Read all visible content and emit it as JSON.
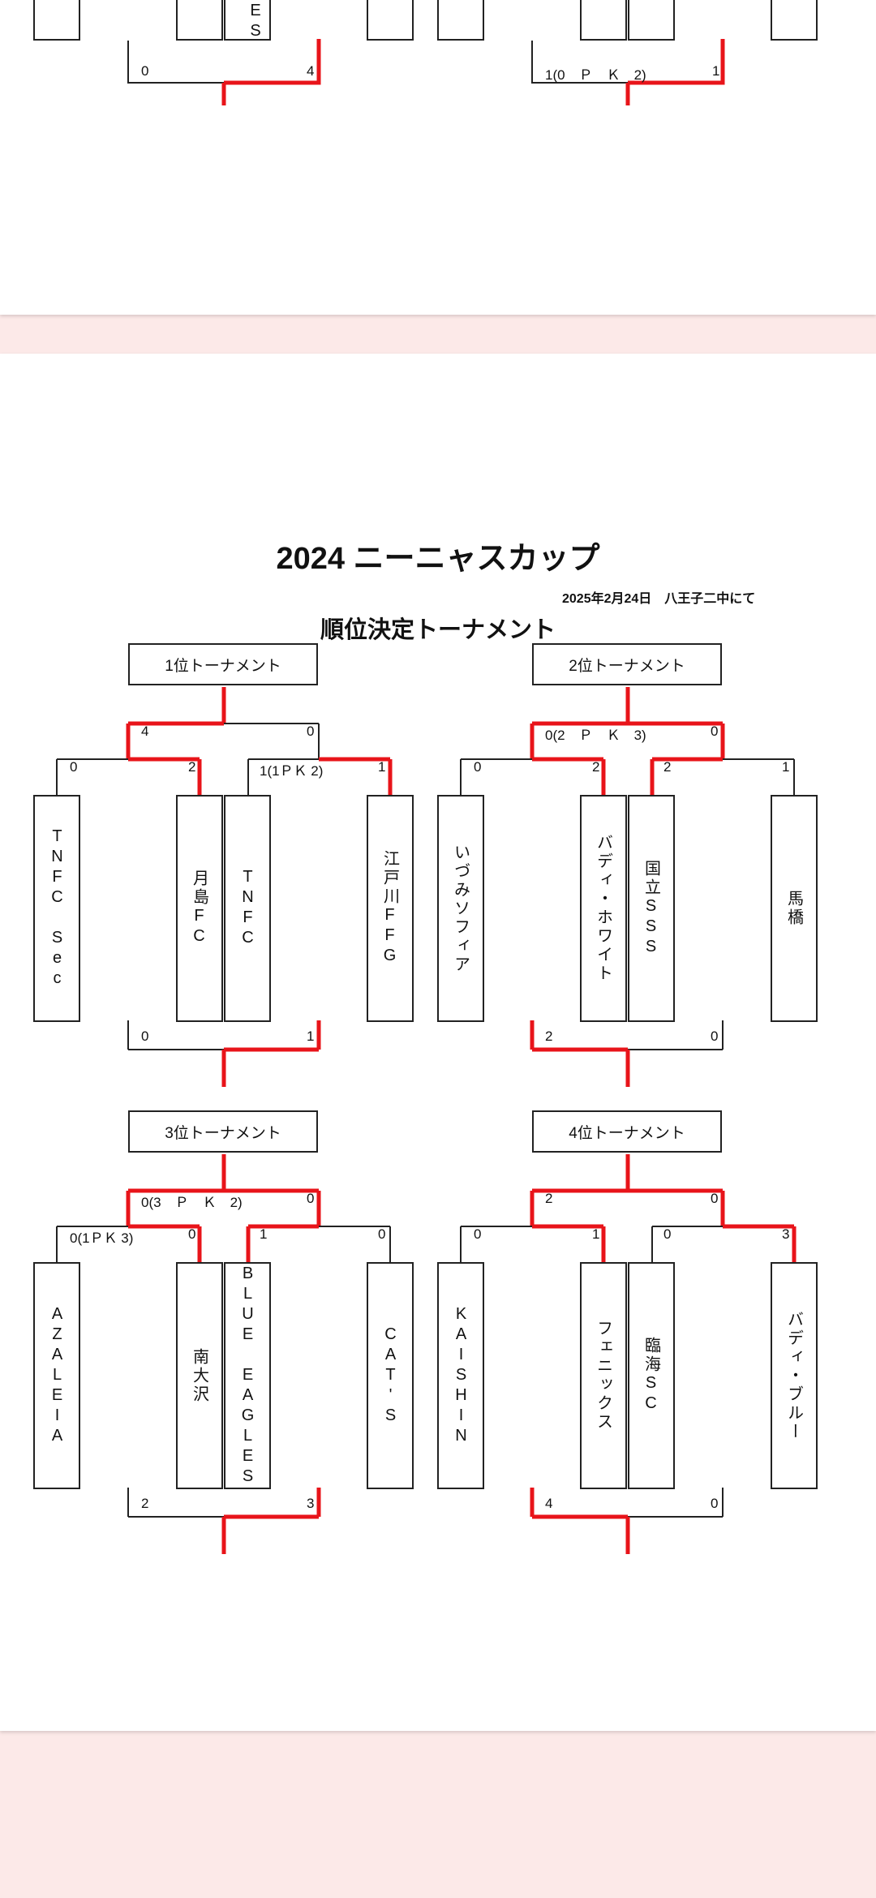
{
  "header": {
    "title": "2024 ニーニャスカップ",
    "date_location": "2025年2月24日　八王子二中にて",
    "subtitle": "順位決定トーナメント"
  },
  "previous_page": {
    "team_fragment": "ES",
    "left_final": {
      "left": "0",
      "right": "4"
    },
    "right_final": {
      "left": "1(0　Ｐ　Ｋ　2)",
      "right": "1"
    }
  },
  "tournaments": [
    {
      "label": "1位トーナメント",
      "top": {
        "left": "4",
        "right": "0"
      },
      "semi_left": {
        "left": "0",
        "right": "2"
      },
      "semi_right": {
        "left": "1(1ＰＫ 2)",
        "right": "1"
      },
      "teams": [
        "TNFC Sec",
        "月島FC",
        "TNFC",
        "江戸川FFG"
      ],
      "bottom": {
        "left": "0",
        "right": "1"
      }
    },
    {
      "label": "2位トーナメント",
      "top": {
        "left": "0(2　Ｐ　Ｋ　3)",
        "right": "0"
      },
      "semi_left": {
        "left": "0",
        "right": "2"
      },
      "semi_right": {
        "left": "2",
        "right": "1"
      },
      "teams": [
        "いづみソフィア",
        "バディ・ホワイト",
        "国立SSS",
        "馬橋"
      ],
      "bottom": {
        "left": "2",
        "right": "0"
      }
    },
    {
      "label": "3位トーナメント",
      "top": {
        "left": "0(3　Ｐ　Ｋ　2)",
        "right": "0"
      },
      "semi_left": {
        "left": "0(1ＰＫ 3)",
        "right": "0"
      },
      "semi_right": {
        "left": "1",
        "right": "0"
      },
      "teams": [
        "AZALEIA",
        "南大沢",
        "BLUE EAGLES",
        "CAT'S"
      ],
      "bottom": {
        "left": "2",
        "right": "3"
      }
    },
    {
      "label": "4位トーナメント",
      "top": {
        "left": "2",
        "right": "0"
      },
      "semi_left": {
        "left": "0",
        "right": "1"
      },
      "semi_right": {
        "left": "0",
        "right": "3"
      },
      "teams": [
        "KAISHIN",
        "フェニックス",
        "臨海SC",
        "バディ・ブルー"
      ],
      "bottom": {
        "left": "4",
        "right": "0"
      }
    }
  ],
  "colors": {
    "winner_line": "#e8141a",
    "line": "#222222",
    "page_bg": "#fce9e8"
  }
}
